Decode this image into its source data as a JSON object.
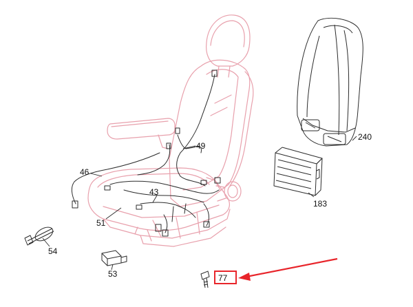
{
  "colors": {
    "drawing": "#e8a0ac",
    "wires": "#2b2b2b",
    "highlight": "#e8242a",
    "text": "#111111"
  },
  "parts": [
    {
      "id": "p240",
      "label": "240",
      "name": "backrest-panel"
    },
    {
      "id": "p49",
      "label": "49",
      "name": "wiring-harness-upper"
    },
    {
      "id": "p46",
      "label": "46",
      "name": "wiring-harness-left"
    },
    {
      "id": "p43",
      "label": "43",
      "name": "wiring-harness-cushion"
    },
    {
      "id": "p183",
      "label": "183",
      "name": "control-module"
    },
    {
      "id": "p51",
      "label": "51",
      "name": "cushion-harness"
    },
    {
      "id": "p54",
      "label": "54",
      "name": "cable-tie"
    },
    {
      "id": "p53",
      "label": "53",
      "name": "clip"
    },
    {
      "id": "p77",
      "label": "77",
      "name": "screw",
      "highlighted": true
    }
  ]
}
